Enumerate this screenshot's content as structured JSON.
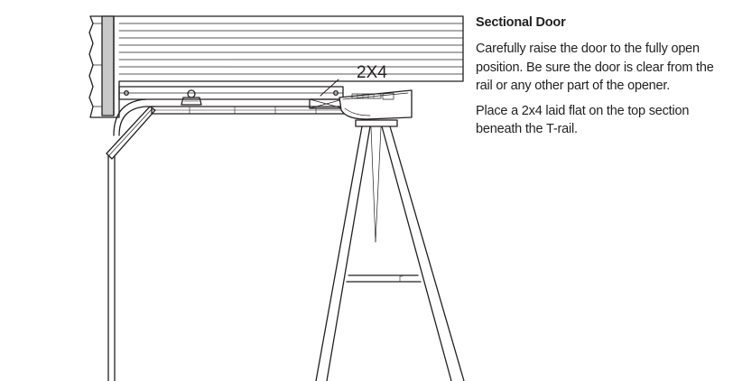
{
  "figure": {
    "callout_label": "2X4"
  },
  "section": {
    "heading": "Sectional Door",
    "paragraphs": [
      "Carefully raise the door to the fully open position. Be sure the door is clear from the rail or any other part of the opener.",
      "Place a 2x4 laid flat on the top section beneath the T-rail."
    ]
  }
}
